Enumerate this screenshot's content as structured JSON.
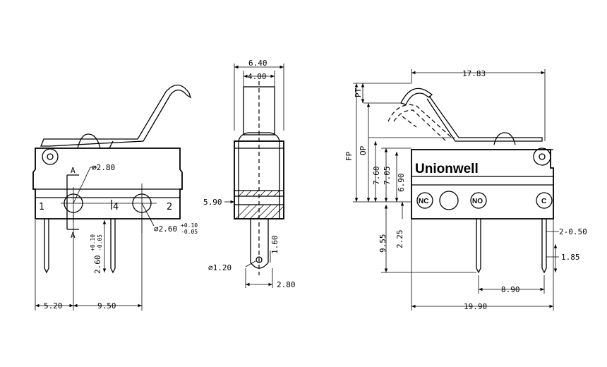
{
  "left_view": {
    "hole_dia": "∅2.80",
    "pin_hole_dia": "∅2.60",
    "pin_hole_tol_upper": "+0.10",
    "pin_hole_tol_lower": "-0.05",
    "pin_spacing_vertical": "2.60",
    "pin_spacing_tol_upper": "+0.10",
    "pin_spacing_tol_lower": "-0.05",
    "dim_left": "5.20",
    "dim_mid": "9.50",
    "section_mark": "A",
    "pin_labels": [
      "1",
      "4",
      "2"
    ]
  },
  "middle_view": {
    "top_width": "6.40",
    "inner_width": "4.00",
    "height": "5.90",
    "pin_dia": "∅1.20",
    "pin_offset": "1.60",
    "bottom_width": "2.80"
  },
  "right_view": {
    "overall_top": "17.83",
    "brand": "Unionwell",
    "pt": "PT",
    "fp": "FP",
    "op": "OP",
    "v760": "7.60",
    "v705": "7.05",
    "v690": "6.90",
    "v955": "9.55",
    "v225": "2.25",
    "terminals": [
      "NC",
      "NO",
      "C"
    ],
    "pin_width": "2-0.50",
    "pin_tip": "1.85",
    "pin_spacing": "8.90",
    "overall_bottom": "19.90"
  }
}
